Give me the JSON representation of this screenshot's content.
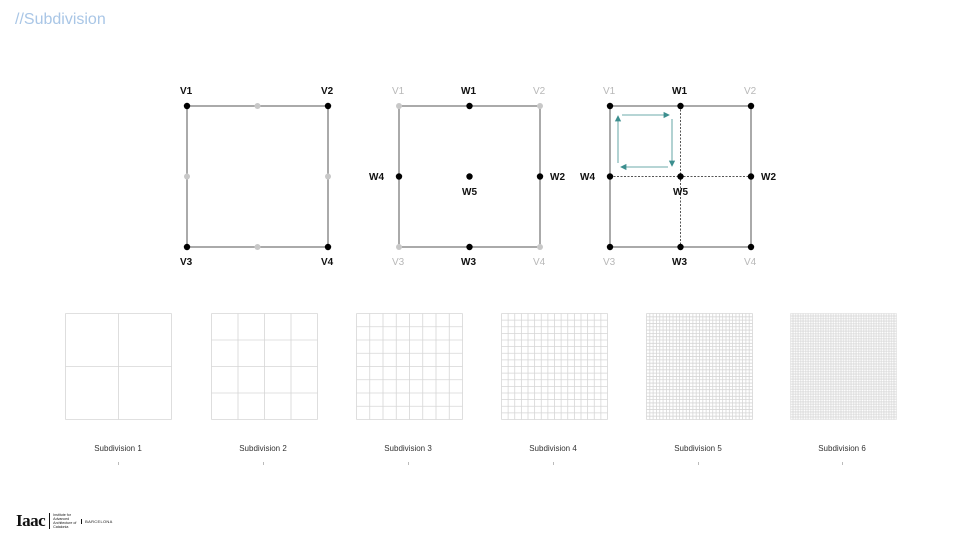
{
  "page": {
    "title": "//Subdivision"
  },
  "diagrams": [
    {
      "labels": {
        "tl": "V1",
        "tr": "V2",
        "bl": "V3",
        "br": "V4"
      }
    },
    {
      "labels": {
        "tl": "V1",
        "tm": "W1",
        "tr": "V2",
        "ml": "W4",
        "c": "W5",
        "mr": "W2",
        "bl": "V3",
        "bm": "W3",
        "br": "V4"
      }
    },
    {
      "labels": {
        "tl": "V1",
        "tm": "W1",
        "tr": "V2",
        "ml": "W4",
        "c": "W5",
        "mr": "W2",
        "bl": "V3",
        "bm": "W3",
        "br": "V4"
      }
    }
  ],
  "subdivisions": [
    {
      "label": "Subdivision 1",
      "divisions": 2
    },
    {
      "label": "Subdivision 2",
      "divisions": 4
    },
    {
      "label": "Subdivision 3",
      "divisions": 8
    },
    {
      "label": "Subdivision 4",
      "divisions": 16
    },
    {
      "label": "Subdivision 5",
      "divisions": 32
    },
    {
      "label": "Subdivision 6",
      "divisions": 64
    }
  ],
  "logo": {
    "mark": "Iaac",
    "text": "Institute for Advanced Architecture of Catalonia",
    "city": "BARCELONA"
  },
  "colors": {
    "title": "#a9c6e6",
    "arrow": "#3d8f8f",
    "grid": "#d6d6d6",
    "dim": "#b8b8b8"
  }
}
